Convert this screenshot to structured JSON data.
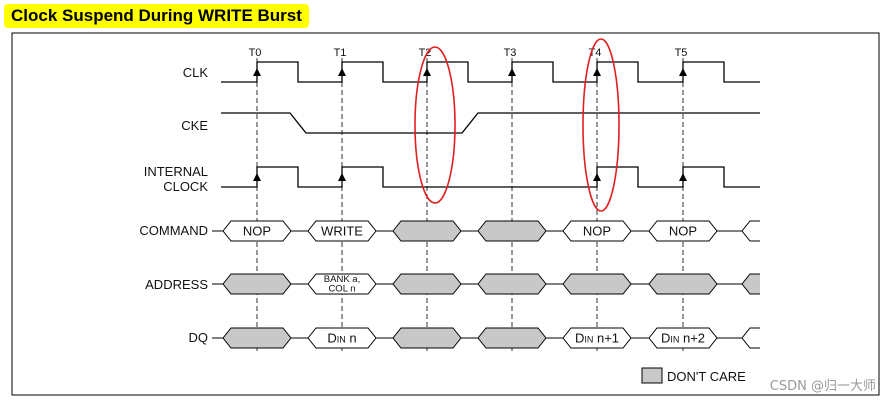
{
  "title": "Clock Suspend During WRITE Burst",
  "ticks": [
    "T0",
    "T1",
    "T2",
    "T3",
    "T4",
    "T5"
  ],
  "signals": {
    "clk": "CLK",
    "cke": "CKE",
    "internal_clock_line1": "INTERNAL",
    "internal_clock_line2": "CLOCK",
    "command": "COMMAND",
    "address": "ADDRESS",
    "dq": "DQ"
  },
  "command_values": [
    "NOP",
    "WRITE",
    "",
    "",
    "NOP",
    "NOP"
  ],
  "address_values": [
    "",
    "BANK a,\nCOL n",
    "",
    "",
    "",
    ""
  ],
  "dq_values": [
    {
      "main": "",
      "sub": "",
      "suffix": ""
    },
    {
      "main": "D",
      "sub": "IN",
      "suffix": " n"
    },
    {
      "main": "",
      "sub": "",
      "suffix": ""
    },
    {
      "main": "",
      "sub": "",
      "suffix": ""
    },
    {
      "main": "D",
      "sub": "IN",
      "suffix": " n+1"
    },
    {
      "main": "D",
      "sub": "IN",
      "suffix": " n+2"
    }
  ],
  "legend": "DON'T CARE",
  "watermark": "CSDN @归一大师",
  "colors": {
    "dont_care": "#c8c8c8",
    "highlight": "#e0201e",
    "title_bg": "#ffff00"
  }
}
